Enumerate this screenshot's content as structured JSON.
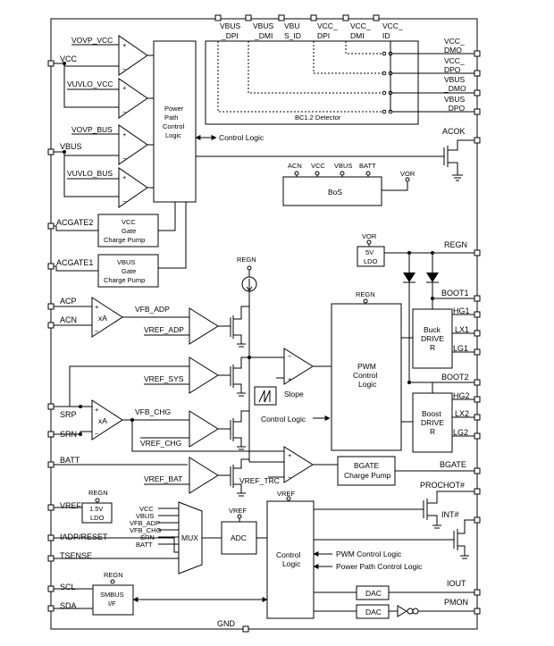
{
  "pins_left": {
    "vovp_vcc": "VOVP_VCC",
    "vcc": "VCC",
    "vuvlo_vcc": "VUVLO_VCC",
    "vovp_bus": "VOVP_BUS",
    "vbus": "VBUS",
    "vuvlo_bus": "VUVLO_BUS",
    "acgate2": "ACGATE2",
    "acgate1": "ACGATE1",
    "acp": "ACP",
    "acn": "ACN",
    "srp": "SRP",
    "srn": "SRN",
    "batt": "BATT",
    "vref": "VREF",
    "iadp_reset": "IADP/RESET",
    "tsense": "TSENSE",
    "scl": "SCL",
    "sda": "SDA"
  },
  "pins_top": {
    "vbus_dpi": [
      "VBUS",
      "_DPI"
    ],
    "vbus_dmi": [
      "VBUS",
      "_DMI"
    ],
    "vbus_id": [
      "VBU",
      "S_ID"
    ],
    "vcc_dpi": [
      "VCC_",
      "DPI"
    ],
    "vcc_dmi": [
      "VCC_",
      "DMI"
    ],
    "vcc_id": [
      "VCC_",
      "ID"
    ]
  },
  "pins_right": {
    "vcc_dmo": [
      "VCC_",
      "DMO"
    ],
    "vcc_dpo": [
      "VCC_",
      "DPO"
    ],
    "vbus_dmo": [
      "VBUS",
      "_DMO"
    ],
    "vbus_dpo": [
      "VBUS",
      "_DPO"
    ],
    "acok": "ACOK",
    "regn": "REGN",
    "boot1": "BOOT1",
    "hg1": "HG1",
    "lx1": "LX1",
    "lg1": "LG1",
    "boot2": "BOOT2",
    "hg2": "HG2",
    "lx2": "LX2",
    "lg2": "LG2",
    "bgate": "BGATE",
    "prochot": "PROCHOT#",
    "int": "INT#",
    "iout": "IOUT",
    "pmon": "PMON"
  },
  "pin_bottom": {
    "gnd": "GND"
  },
  "blocks": {
    "power_path": [
      "Power",
      "Path",
      "Control",
      "Logic"
    ],
    "bc12": "BC1.2 Detector",
    "bos": "BoS",
    "vcc_pump": [
      "VCC",
      "Gate",
      "Charge Pump"
    ],
    "vbus_pump": [
      "VBUS",
      "Gate",
      "Charge Pump"
    ],
    "ldo_5v": [
      "5V",
      "LDO"
    ],
    "pwm": [
      "PWM",
      "Control",
      "Logic"
    ],
    "buck": [
      "Buck",
      "DRIVE",
      "R"
    ],
    "boost": [
      "Boost",
      "DRIVE",
      "R"
    ],
    "bgate_pump": [
      "BGATE",
      "Charge Pump"
    ],
    "ldo_15v": [
      "1.5V",
      "LDO"
    ],
    "mux": "MUX",
    "adc": "ADC",
    "ctrl": [
      "Control",
      "Logic"
    ],
    "smbus": [
      "SMBUS",
      "I/F"
    ],
    "dac1": "DAC",
    "dac2": "DAC"
  },
  "labels": {
    "control_logic_1": "Control Logic",
    "control_logic_2": "Control Logic",
    "pwm_control_logic": "PWM Control Logic",
    "power_path_control_logic": "Power Path Control Logic",
    "slope": "Slope",
    "xa": "xA",
    "vfb_adp": "VFB_ADP",
    "vref_adp": "VREF_ADP",
    "vref_sys": "VREF_SYS",
    "vfb_chg": "VFB_CHG",
    "vref_chg": "VREF_CHG",
    "vref_bat": "VREF_BAT",
    "vref_trc": "VREF_TRC",
    "regn": "REGN",
    "vor": "VOR",
    "vref": "VREF",
    "bos_acn": "ACN",
    "bos_vcc": "VCC",
    "bos_vbus": "VBUS",
    "bos_batt": "BATT",
    "mux_inputs": [
      "VCC",
      "VBUS",
      "VFB_ADP",
      "VFB_CHG",
      "SRN",
      "BATT"
    ]
  }
}
